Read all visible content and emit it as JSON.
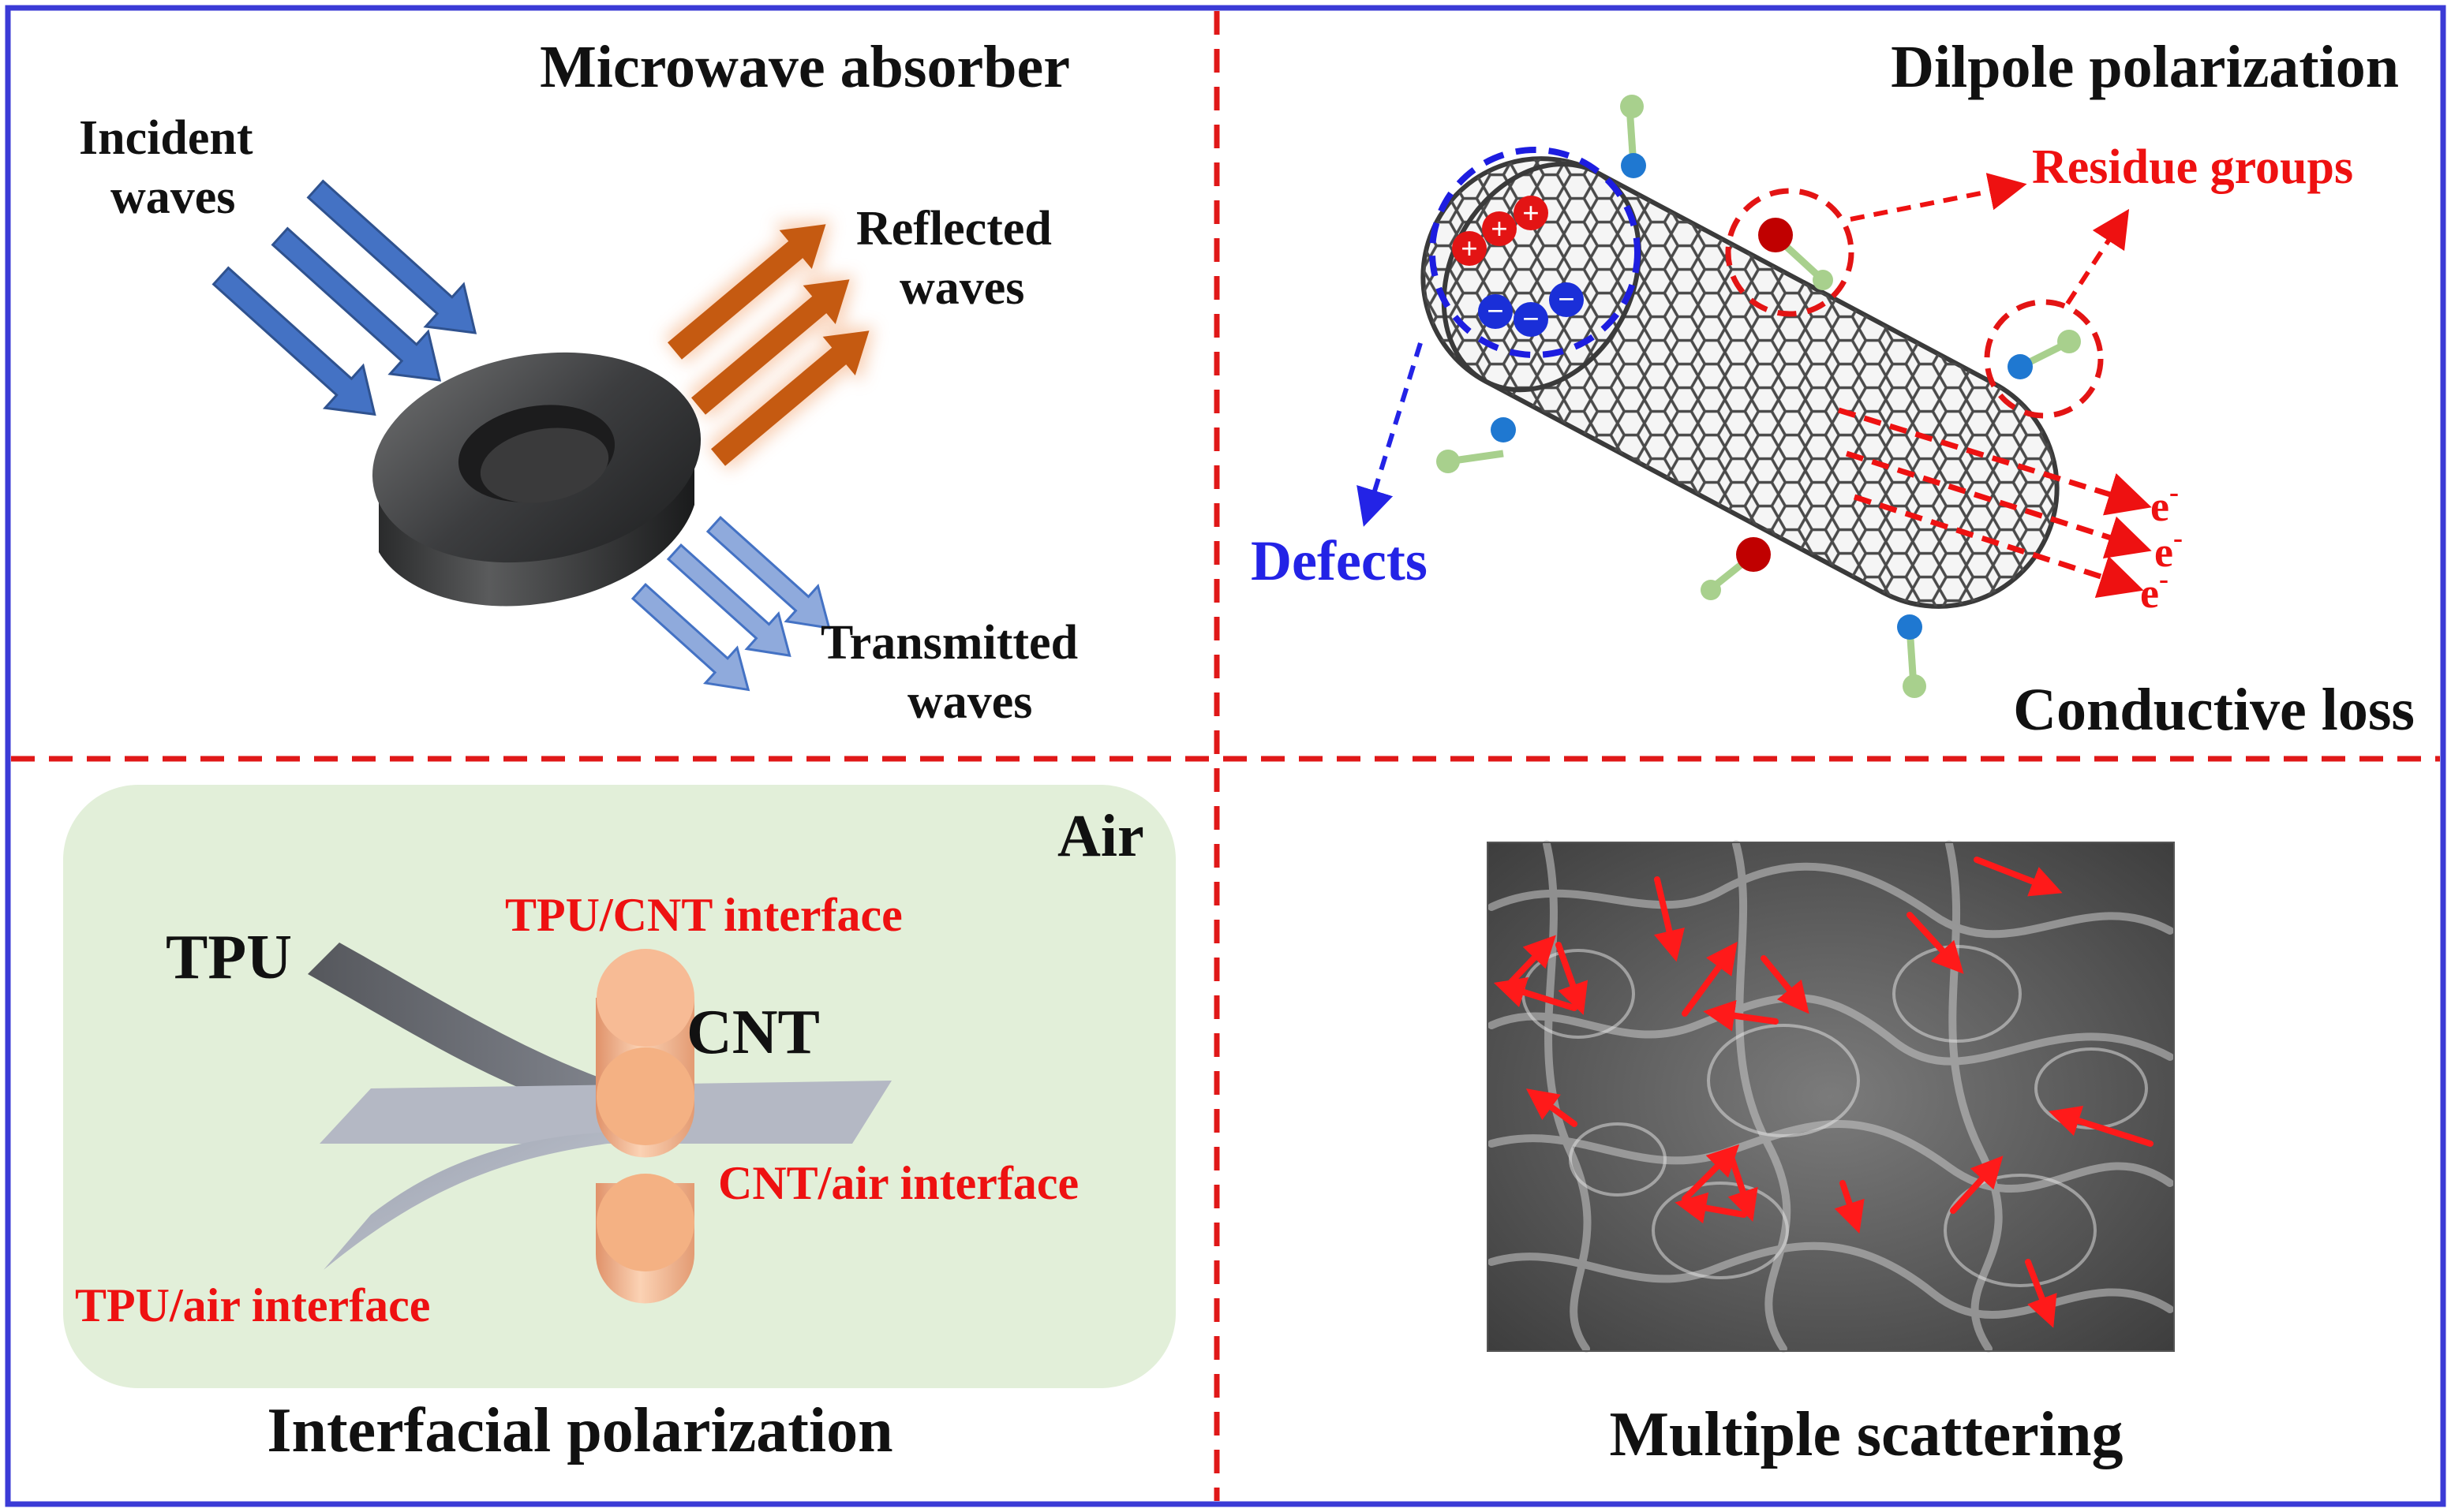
{
  "panels": {
    "top_left": {
      "title": "Microwave absorber",
      "incident": [
        "Incident",
        "waves"
      ],
      "reflected": [
        "Reflected",
        "waves"
      ],
      "transmitted": [
        "Transmitted",
        "waves"
      ]
    },
    "top_right": {
      "title": "Dilpole polarization",
      "residue_label": "Residue groups",
      "defects_label": "Defects",
      "conductive_label": "Conductive loss",
      "electron_label": "e",
      "electron_sup": "-",
      "plus_sign": "+",
      "minus_sign": "−"
    },
    "bottom_left": {
      "title": "Interfacial polarization",
      "air": "Air",
      "tpu": "TPU",
      "cnt": "CNT",
      "tpu_cnt_interface": "TPU/CNT interface",
      "cnt_air_interface": "CNT/air interface",
      "tpu_air_interface": "TPU/air interface"
    },
    "bottom_right": {
      "title": "Multiple scattering"
    }
  },
  "colors": {
    "border": "#3b3bd6",
    "divider": "#e01818",
    "annotation_red": "#ee1111",
    "annotation_blue": "#2323e6",
    "incident_arrow": "#4472c4",
    "reflected_arrow": "#c55a11",
    "transmitted_arrow": "#8faadc",
    "air_box": "#e2efd9",
    "cnt_orange": "#f4b183"
  }
}
